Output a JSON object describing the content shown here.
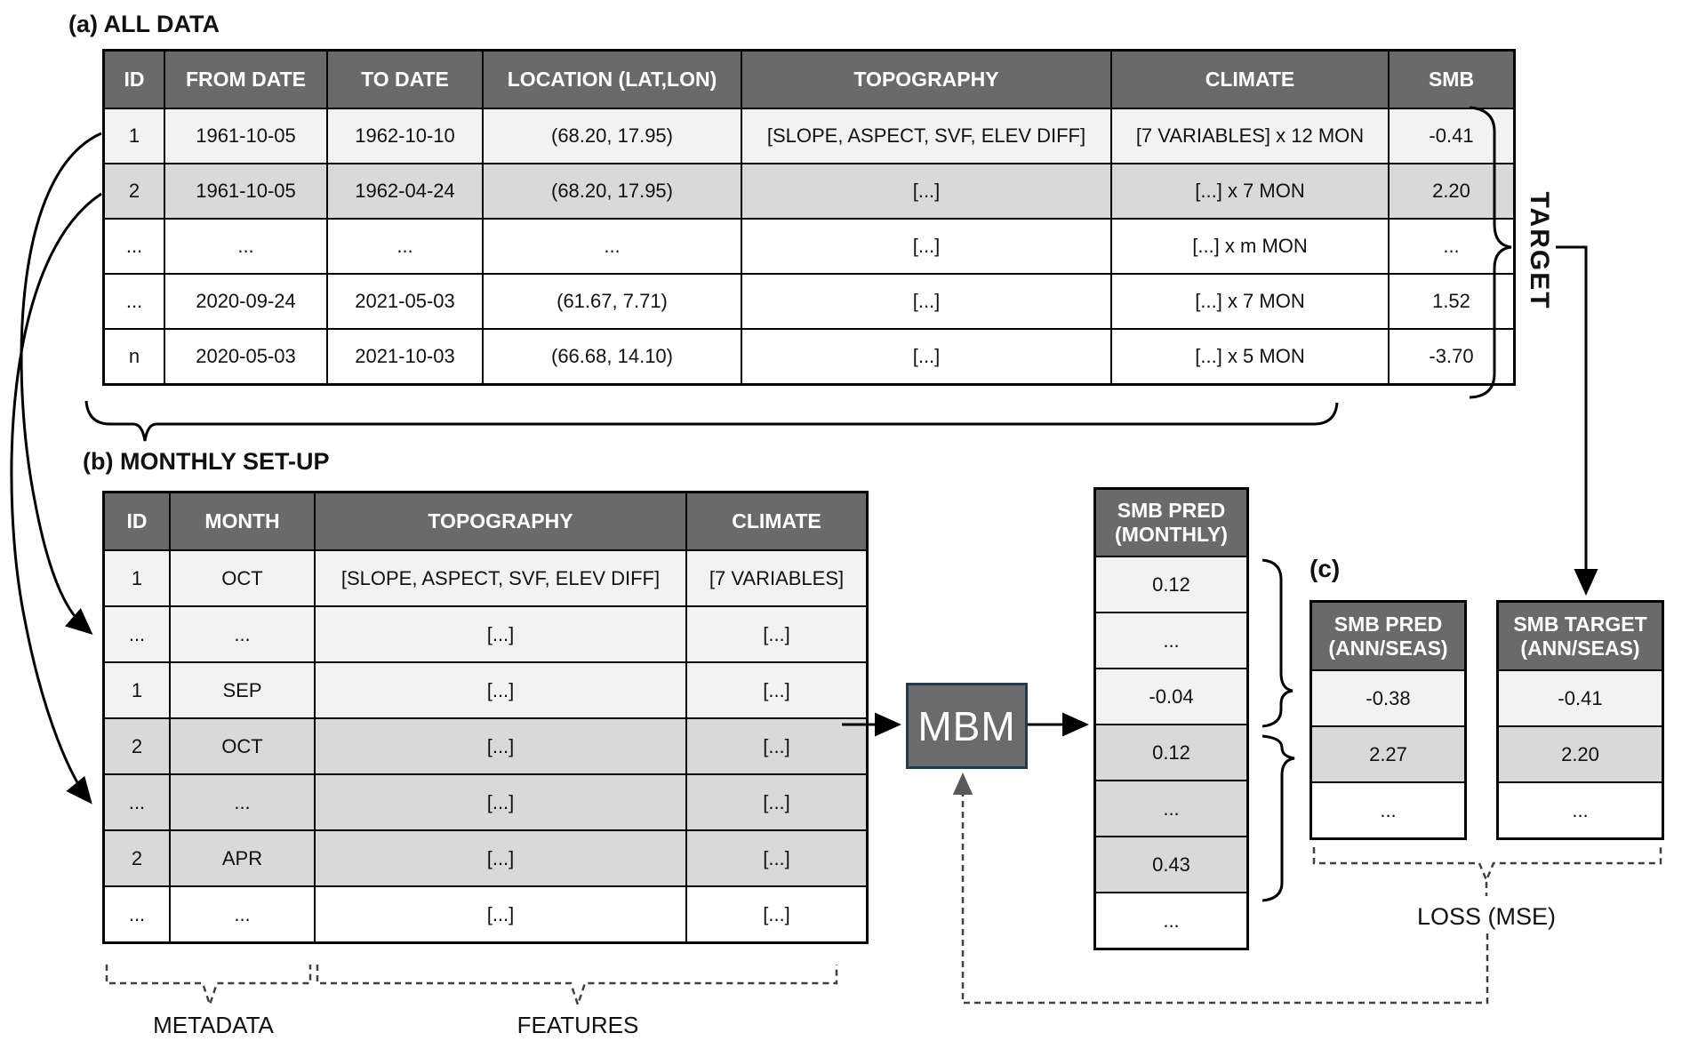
{
  "figure": {
    "panel_a_title": "(a) ALL DATA",
    "panel_b_title": "(b) MONTHLY SET-UP",
    "panel_c_title": "(c)"
  },
  "table_a": {
    "headers": [
      "ID",
      "FROM DATE",
      "TO DATE",
      "LOCATION (LAT,LON)",
      "TOPOGRAPHY",
      "CLIMATE",
      "SMB"
    ],
    "rows": [
      {
        "shade": "light",
        "cells": [
          "1",
          "1961-10-05",
          "1962-10-10",
          "(68.20, 17.95)",
          "[SLOPE, ASPECT, SVF, ELEV DIFF]",
          "[7 VARIABLES] x 12 MON",
          "-0.41"
        ]
      },
      {
        "shade": "medium",
        "cells": [
          "2",
          "1961-10-05",
          "1962-04-24",
          "(68.20, 17.95)",
          "[...]",
          "[...] x 7 MON",
          "2.20"
        ]
      },
      {
        "shade": "white",
        "cells": [
          "...",
          "...",
          "...",
          "...",
          "[...]",
          "[...] x m MON",
          "..."
        ]
      },
      {
        "shade": "white",
        "cells": [
          "...",
          "2020-09-24",
          "2021-05-03",
          "(61.67, 7.71)",
          "[...]",
          "[...] x 7 MON",
          "1.52"
        ]
      },
      {
        "shade": "white",
        "cells": [
          "n",
          "2020-05-03",
          "2021-10-03",
          "(66.68, 14.10)",
          "[...]",
          "[...] x 5 MON",
          "-3.70"
        ]
      }
    ]
  },
  "table_b": {
    "headers": [
      "ID",
      "MONTH",
      "TOPOGRAPHY",
      "CLIMATE"
    ],
    "rows": [
      {
        "shade": "light",
        "cells": [
          "1",
          "OCT",
          "[SLOPE, ASPECT, SVF, ELEV DIFF]",
          "[7 VARIABLES]"
        ]
      },
      {
        "shade": "light",
        "cells": [
          "...",
          "...",
          "[...]",
          "[...]"
        ]
      },
      {
        "shade": "light",
        "cells": [
          "1",
          "SEP",
          "[...]",
          "[...]"
        ]
      },
      {
        "shade": "medium",
        "cells": [
          "2",
          "OCT",
          "[...]",
          "[...]"
        ]
      },
      {
        "shade": "medium",
        "cells": [
          "...",
          "...",
          "[...]",
          "[...]"
        ]
      },
      {
        "shade": "medium",
        "cells": [
          "2",
          "APR",
          "[...]",
          "[...]"
        ]
      },
      {
        "shade": "white",
        "cells": [
          "...",
          "...",
          "[...]",
          "[...]"
        ]
      }
    ]
  },
  "smb_pred_monthly": {
    "headers": [
      "SMB PRED (MONTHLY)"
    ],
    "rows": [
      {
        "shade": "light",
        "cells": [
          "0.12"
        ]
      },
      {
        "shade": "light",
        "cells": [
          "..."
        ]
      },
      {
        "shade": "light",
        "cells": [
          "-0.04"
        ]
      },
      {
        "shade": "medium",
        "cells": [
          "0.12"
        ]
      },
      {
        "shade": "medium",
        "cells": [
          "..."
        ]
      },
      {
        "shade": "medium",
        "cells": [
          "0.43"
        ]
      },
      {
        "shade": "white",
        "cells": [
          "..."
        ]
      }
    ]
  },
  "smb_pred_annseas": {
    "headers": [
      "SMB PRED (ANN/SEAS)"
    ],
    "rows": [
      {
        "shade": "light",
        "cells": [
          "-0.38"
        ]
      },
      {
        "shade": "medium",
        "cells": [
          "2.27"
        ]
      },
      {
        "shade": "white",
        "cells": [
          "..."
        ]
      }
    ]
  },
  "smb_target_annseas": {
    "headers": [
      "SMB TARGET (ANN/SEAS)"
    ],
    "rows": [
      {
        "shade": "light",
        "cells": [
          "-0.41"
        ]
      },
      {
        "shade": "medium",
        "cells": [
          "2.20"
        ]
      },
      {
        "shade": "white",
        "cells": [
          "..."
        ]
      }
    ]
  },
  "labels": {
    "mbm": "MBM",
    "target": "TARGET",
    "loss": "LOSS (MSE)",
    "metadata": "METADATA",
    "features": "FEATURES"
  },
  "colors": {
    "table_header_bg": "#6a6a6a",
    "table_header_text": "#ffffff",
    "row_light": "#f2f2f2",
    "row_medium": "#d9d9d9",
    "row_white": "#ffffff",
    "mbm_fill": "#6b6b6b",
    "mbm_border": "#223a4e",
    "solid_line": "#000000",
    "dashed_line": "#404040"
  }
}
